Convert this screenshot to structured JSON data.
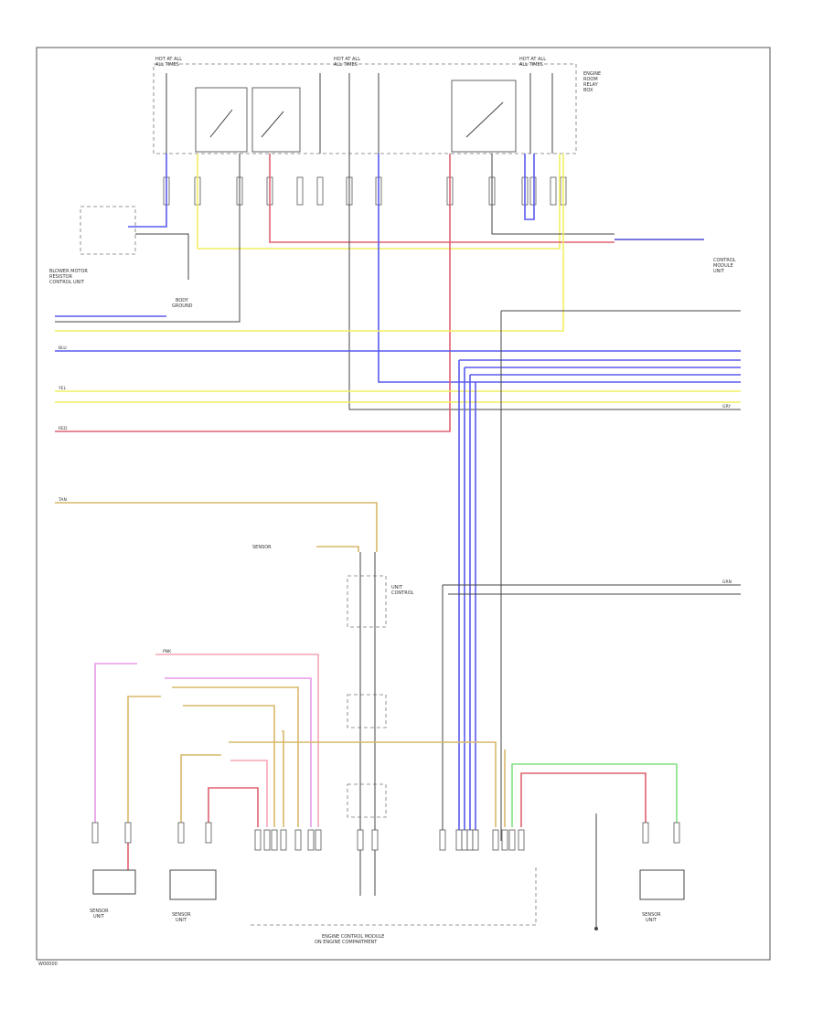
{
  "colors": {
    "blue": "#5a5af0",
    "red": "#e06070",
    "yellow": "#f2ee60",
    "pink": "#f6a6b6",
    "tan": "#d8b86a",
    "violet": "#e89ae6",
    "green": "#80e080",
    "dark_blue": "#4b4bd8",
    "gray": "#555555",
    "light_gray": "#aaaaaa"
  },
  "labels": {
    "fuse_top_1": "HOT AT ALL",
    "fuse_top_1b": "ALL TIMES",
    "fuse_top_2": "HOT AT ALL",
    "fuse_top_2b": "ALL TIMES",
    "fuse_top_3": "HOT AT ALL",
    "fuse_top_3b": "ALL TIMES",
    "box_label_1": "ENGINE",
    "box_label_2": "ROOM",
    "box_label_3": "RELAY",
    "box_label_4": "BOX",
    "left_1": "BLOWER MOTOR",
    "left_2": "RESISTOR",
    "left_3": "CONTROL UNIT",
    "ground_left_1": "BODY",
    "ground_left_2": "GROUND",
    "right_mod_1": "CONTROL",
    "right_mod_2": "MODULE",
    "right_mod_3": "UNIT",
    "wire_blu": "BLU",
    "wire_yel": "YEL",
    "wire_red": "RED",
    "wire_tan": "TAN",
    "wire_grn": "GRN",
    "wire_pnk": "PNK",
    "wire_gry": "GRY",
    "mid_1": "SENSOR",
    "mid_2": "UNIT",
    "mid_3": "CONTROL",
    "bottom_1": "SENSOR",
    "bottom_2": "UNIT",
    "bottom_center_1": "ENGINE CONTROL MODULE",
    "bottom_center_2": "ON ENGINE COMPARTMENT",
    "bottom_right_1": "SENSOR",
    "bottom_right_2": "UNIT",
    "footer": "W00000"
  }
}
